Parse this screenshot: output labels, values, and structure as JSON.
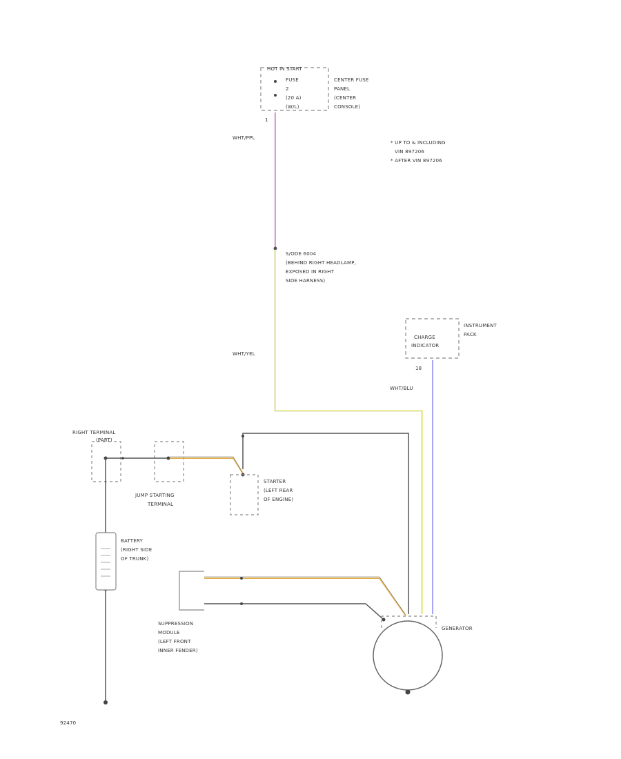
{
  "fuse_box": {
    "title": "HOT IN START",
    "lines": [
      "FUSE",
      "2",
      "(20 A)",
      "(W/L)"
    ],
    "location": [
      "CENTER FUSE",
      "PANEL",
      "(CENTER",
      "CONSOLE)"
    ],
    "pin": "1"
  },
  "notes": {
    "line1": "* UP TO & INCLUDING",
    "line2": "VIN 897206",
    "line3": "* AFTER VIN 897206"
  },
  "wires": {
    "top": "WHT/PPL",
    "mid": "WHT/YEL",
    "indicator": "WHT/BLU"
  },
  "splice": {
    "lines": [
      "S/ODE 6004",
      "(BEHIND RIGHT HEADLAMP,",
      "EXPOSED IN RIGHT",
      "SIDE HARNESS)"
    ]
  },
  "instrument": {
    "box_lines": [
      "CHARGE",
      "INDICATOR"
    ],
    "label": [
      "INSTRUMENT",
      "PACK"
    ],
    "pin": "18"
  },
  "fusible_link": {
    "label": [
      "RIGHT TERMINAL",
      "(PART)"
    ]
  },
  "jump_terminal": {
    "label": [
      "JUMP STARTING",
      "TERMINAL"
    ]
  },
  "starter": {
    "label": [
      "STARTER",
      "(LEFT REAR",
      "OF ENGINE)"
    ]
  },
  "battery": {
    "label": [
      "BATTERY",
      "(RIGHT SIDE",
      "OF TRUNK)"
    ]
  },
  "suppression": {
    "label": [
      "SUPPRESSION",
      "MODULE",
      "(LEFT FRONT",
      "INNER FENDER)"
    ]
  },
  "generator": {
    "label": "GENERATOR"
  },
  "figure_id": "92470",
  "colors": {
    "pink_wire": "#f070f0",
    "yellow_wire": "#f0f0a0",
    "orange_wire": "#e0b050",
    "blue_wire": "#9090f0",
    "black_wire": "#555555"
  }
}
